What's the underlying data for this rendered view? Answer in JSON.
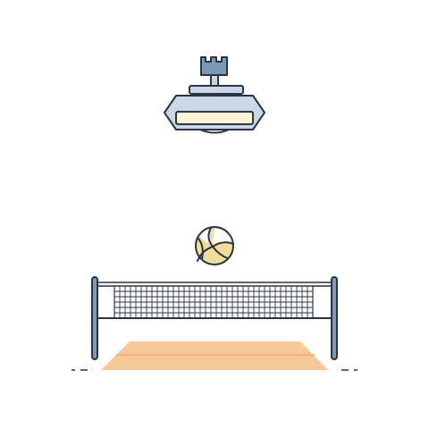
{
  "scene": {
    "objects": [
      "ceiling-light",
      "volleyball",
      "volleyball-net",
      "court-floor"
    ]
  },
  "colors": {
    "outline": "#2b3444",
    "lamp_body": "#c9d7e6",
    "lamp_mount": "#7b98b4",
    "lamp_glow": "#fdf4d8",
    "ball_yellow": "#f2dd9a",
    "ball_white": "#ffffff",
    "post": "#7e9ab6",
    "net_mesh": "#2b3444",
    "floor": "#f6c89a",
    "floor_line": "#e5ac78",
    "background": "#ffffff"
  }
}
